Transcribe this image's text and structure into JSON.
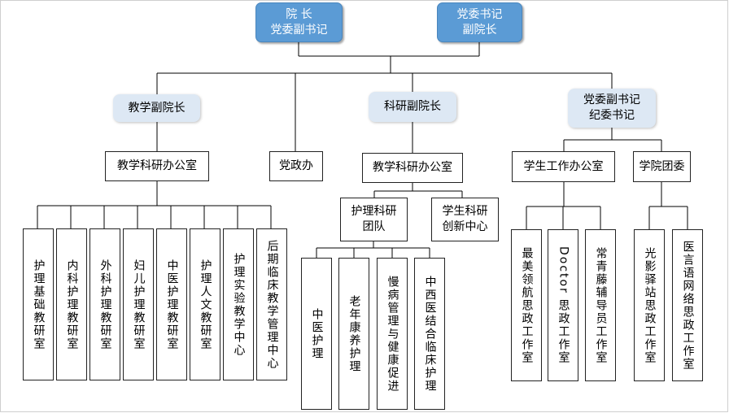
{
  "nodes": {
    "president": "院  长\n党委副书记",
    "party_secretary": "党委书记\n副院长",
    "vp_teaching": "教学副院长",
    "vp_research": "科研副院长",
    "deputy_party_secretary": "党委副书记\n纪委书记",
    "office_teaching_research_left": "教学科研办公室",
    "party_admin_office": "党政办",
    "office_teaching_research_mid": "教学科研办公室",
    "student_affairs_office": "学生工作办公室",
    "youth_league": "学院团委",
    "nursing_research_team": "护理科研\n团队",
    "student_innovation_center": "学生科研\n创新中心"
  },
  "teaching_units": [
    "护理基础教研室",
    "内科护理教研室",
    "外科护理教研室",
    "妇儿护理教研室",
    "中医护理教研室",
    "护理人文教研室",
    "护理实验教学中心",
    "后期临床教学管理中心"
  ],
  "research_units": [
    "中医护理",
    "老年康养护理",
    "慢病管理与健康促进",
    "中西医结合临床护理"
  ],
  "student_units": [
    "最美领航思政工作室",
    "Doctor 思政工作室",
    "常青藤辅导员工作室"
  ],
  "league_units": [
    "光影驿站思政工作室",
    "医言语网络思政工作室"
  ]
}
